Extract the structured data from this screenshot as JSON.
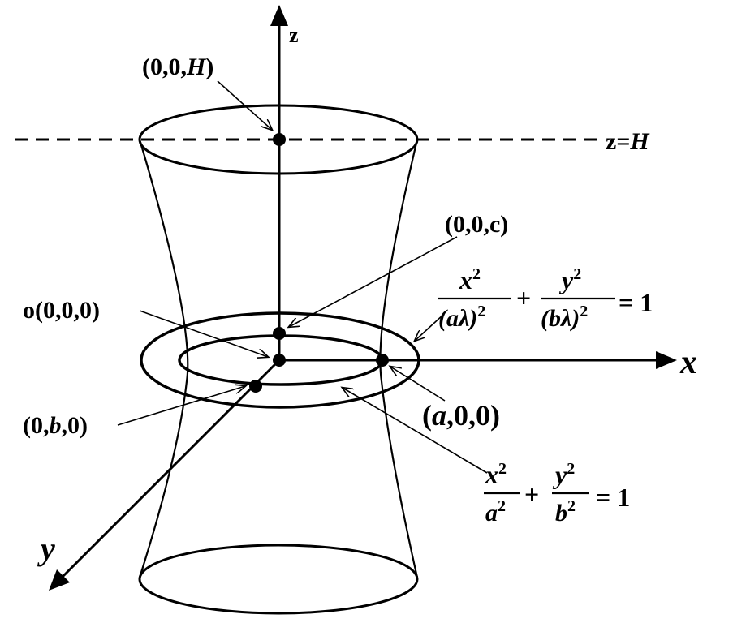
{
  "axes": {
    "z": "z",
    "x": "x",
    "y": "y"
  },
  "plane": {
    "label_prefix": "z=",
    "label_var": "H"
  },
  "points": {
    "top": {
      "prefix": "(0,0,",
      "var": "H",
      "suffix": ")"
    },
    "center_c": {
      "text": "(0,0,c)"
    },
    "origin": {
      "text": "o(0,0,0)"
    },
    "y_point": {
      "prefix": "(0,",
      "var": "b",
      "suffix": ",0)"
    },
    "x_point": {
      "prefix": "(",
      "var": "a",
      "suffix": ",0,0)"
    }
  },
  "equations": {
    "outer": {
      "num1": "x",
      "den1": "(aλ)",
      "num2": "y",
      "den2": "(bλ)",
      "exp": "2",
      "plus": "+",
      "rhs": "= 1"
    },
    "inner": {
      "num1": "x",
      "den1": "a",
      "num2": "y",
      "den2": "b",
      "exp": "2",
      "plus": "+",
      "rhs": "= 1"
    }
  }
}
